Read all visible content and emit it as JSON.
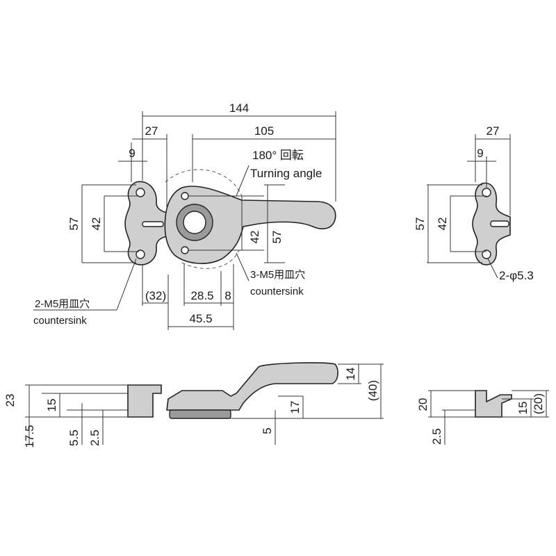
{
  "top_view": {
    "overall_width": "144",
    "base_width": "27",
    "hole_offset": "9",
    "handle_length": "105",
    "height_outer_left": "57",
    "height_inner_left": "42",
    "height_inner_right": "42",
    "height_outer_right": "57",
    "offset_32": "(32)",
    "dim_28_5": "28.5",
    "dim_8": "8",
    "dim_45_5": "45.5",
    "rotation_label": "180° 回転",
    "rotation_label_en": "Turning angle",
    "note_catch_jp": "2-M5用皿穴",
    "note_catch_en": "countersink",
    "note_handle_jp": "3-M5用皿穴",
    "note_handle_en": "countersink"
  },
  "side_view": {
    "dim_23": "23",
    "dim_17_5": "17.5",
    "dim_15": "15",
    "dim_5_5": "5.5",
    "dim_2_5": "2.5",
    "dim_5": "5",
    "dim_17": "17",
    "dim_14": "14",
    "dim_40": "(40)"
  },
  "right_top_view": {
    "width": "27",
    "hole_offset": "9",
    "height_outer": "57",
    "height_inner": "42",
    "hole_note": "2-φ5.3"
  },
  "right_side_view": {
    "dim_20": "20",
    "dim_15": "15",
    "dim_20_paren": "(20)",
    "dim_2_5": "2.5"
  }
}
